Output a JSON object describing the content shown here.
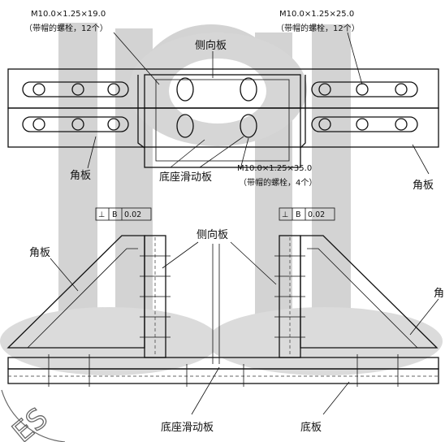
{
  "colors": {
    "line": "#111111",
    "watermark_gray": "#b8b8b8",
    "background": "#ffffff"
  },
  "top_view": {
    "bolt_left_spec": "M10.0×1.25×19.0",
    "bolt_left_note": "（带帽的螺栓，12个）",
    "bolt_right_spec": "M10.0×1.25×25.0",
    "bolt_right_note": "（带帽的螺栓，12个）",
    "side_plate_label": "侧向板",
    "corner_plate_left": "角板",
    "base_slide_plate": "底座滑动板",
    "bolt_center_spec": "M10.0×1.25×35.0",
    "bolt_center_note": "（带帽的螺栓，4个）",
    "corner_plate_right": "角板"
  },
  "front_view": {
    "tol_left": [
      "⊥",
      "B",
      "0.02"
    ],
    "tol_right": [
      "⊥",
      "B",
      "0.02"
    ],
    "corner_plate_left": "角板",
    "side_plate_label": "侧向板",
    "corner_plate_right": "角",
    "base_slide_plate": "底座滑动板",
    "base_plate": "底板"
  },
  "watermark_text": "ES"
}
